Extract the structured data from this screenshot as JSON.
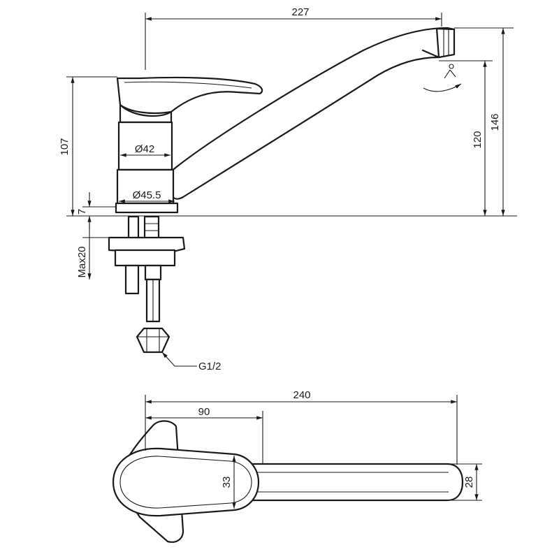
{
  "side_view": {
    "dims": {
      "total_reach": "227",
      "height_total": "146",
      "height_spout": "120",
      "height_body": "107",
      "body_diameter": "Ø42",
      "base_diameter": "Ø45.5",
      "base_thickness": "7",
      "max_mount": "Max20",
      "thread": "G1/2"
    }
  },
  "top_view": {
    "dims": {
      "total_length": "240",
      "lever_length": "90",
      "lever_width": "33",
      "spout_width": "28"
    }
  }
}
